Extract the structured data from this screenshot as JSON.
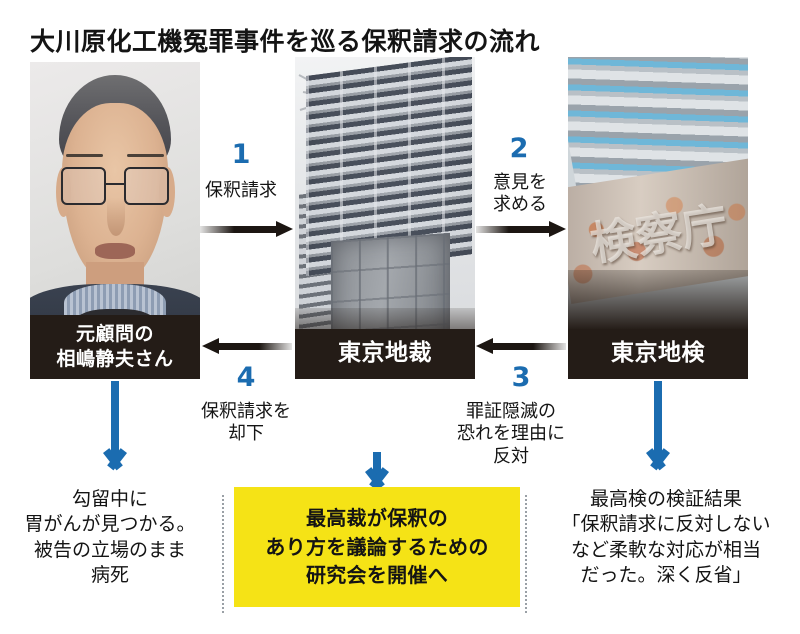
{
  "title": "大川原化工機冤罪事件を巡る保釈請求の流れ",
  "nodes": {
    "person": {
      "caption_line1": "元顧問の",
      "caption_line2": "相嶋静夫さん",
      "photo_alt": "portrait-elderly-man-glasses"
    },
    "court": {
      "caption": "東京地裁",
      "photo_alt": "tokyo-district-court-building"
    },
    "prosecutors": {
      "caption": "東京地検",
      "photo_alt": "tokyo-district-prosecutors-office-sign",
      "sign_kanji": "検察庁"
    }
  },
  "steps": [
    {
      "number": "1",
      "label": "保釈請求",
      "direction": "right"
    },
    {
      "number": "2",
      "label": "意見を\n求める",
      "direction": "right"
    },
    {
      "number": "3",
      "label": "罪証隠滅の\n恐れを理由に\n反対",
      "direction": "left"
    },
    {
      "number": "4",
      "label": "保釈請求を\n却下",
      "direction": "left"
    }
  ],
  "outcomes": {
    "left": "勾留中に\n胃がんが見つかる。\n被告の立場のまま\n病死",
    "center": "最高裁が保釈の\nあり方を議論するための\n研究会を開催へ",
    "right": "最高検の検証結果\n「保釈請求に反対しない\nなど柔軟な対応が相当\nだった。深く反省」"
  },
  "colors": {
    "accent_blue": "#1b6cb0",
    "highlight_yellow": "#f5e316",
    "caption_bar": "#241c17",
    "arrow_dark": "#1c1612",
    "text": "#141414"
  }
}
